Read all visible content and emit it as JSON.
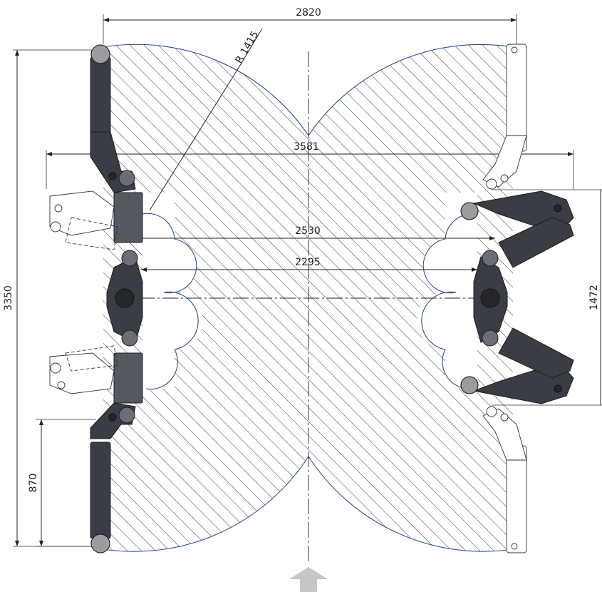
{
  "drawing": {
    "dimensions": {
      "overall_width": "2820",
      "arm_reach_width": "3581",
      "inner_width_upper": "2530",
      "inner_width_lower": "2295",
      "overall_length": "3350",
      "side_span": "1472",
      "min_pad_height": "870",
      "arc_radius": "R 1415"
    }
  }
}
